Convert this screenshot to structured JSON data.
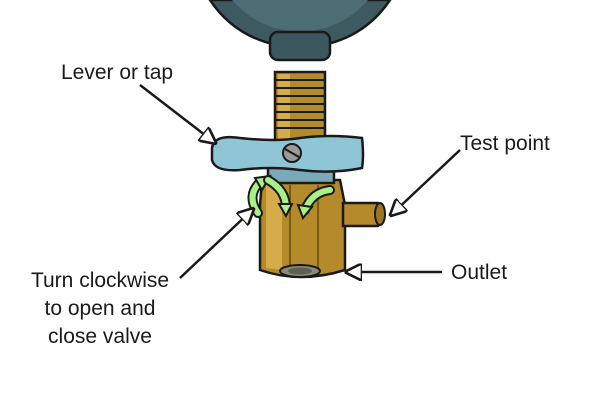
{
  "labels": {
    "lever": "Lever or tap",
    "test_point": "Test point",
    "outlet": "Outlet",
    "turn": [
      "Turn clockwise",
      "to open and",
      "close valve"
    ]
  },
  "colors": {
    "brass": "#b58a2a",
    "brass_light": "#d6ab4a",
    "brass_dark": "#7a5a16",
    "lever_blue": "#8fc6d6",
    "gauge_body": "#3e5a61",
    "arrow_green": "#a9ef8a",
    "outline": "#1a1a1a"
  },
  "icons": {
    "gauge": "pressure-gauge-icon",
    "valve": "valve-icon",
    "rotation": "rotation-arrows-icon"
  }
}
